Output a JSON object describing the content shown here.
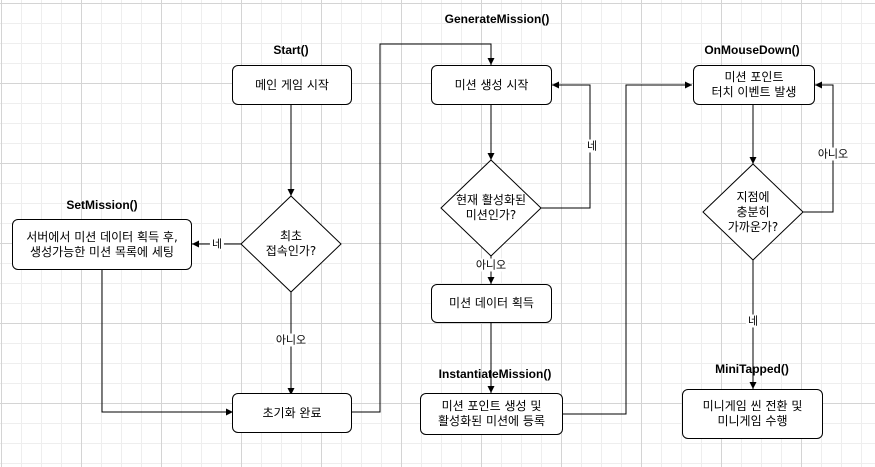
{
  "functions": {
    "start": "Start()",
    "set_mission": "SetMission()",
    "generate_mission": "GenerateMission()",
    "instantiate_mission": "InstantiateMission()",
    "on_mouse_down": "OnMouseDown()",
    "mini_tapped": "MiniTapped()"
  },
  "nodes": {
    "main_game_start": "메인 게임 시작",
    "first_access": "최초\n접속인가?",
    "fetch_and_set": "서버에서 미션 데이터 획득 후,\n생성가능한 미션 목록에 세팅",
    "init_complete": "초기화 완료",
    "mission_gen_start": "미션 생성 시작",
    "currently_active": "현재 활성화된\n미션인가?",
    "get_mission_data": "미션 데이터 획득",
    "spawn_point": "미션 포인트 생성 및\n활성화된 미션에 등록",
    "touch_event": "미션 포인트\n터치 이벤트 발생",
    "close_enough": "지점에\n충분히\n가까운가?",
    "mini_game": "미니게임 씬 전환 및\n미니게임 수행"
  },
  "edge_labels": {
    "first_yes": "네",
    "first_no": "아니오",
    "active_yes": "네",
    "active_no": "아니오",
    "close_no": "아니오",
    "close_yes": "네"
  },
  "colors": {
    "line": "#000000",
    "box_fill": "#ffffff",
    "grid": "#d4d4d4"
  }
}
